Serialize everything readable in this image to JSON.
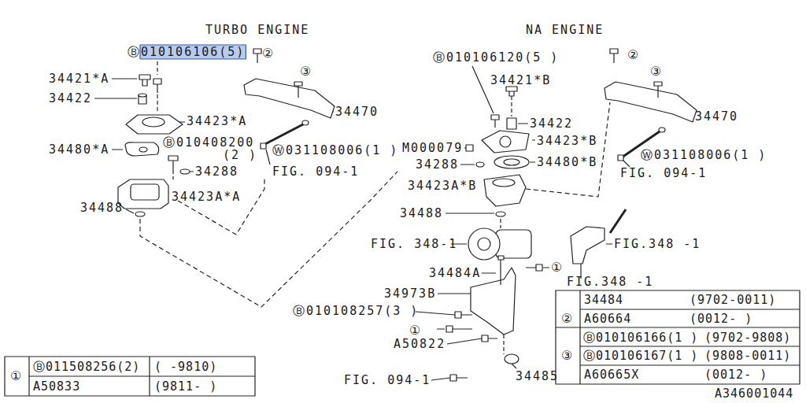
{
  "diagram": {
    "labels": [
      "TURBO ENGINE",
      "Ⓑ010106106(5)",
      "②",
      "34421*A",
      "34422",
      "③",
      "34423*A",
      "34470",
      "34480*A",
      "Ⓑ010408200",
      "(2 )",
      "Ⓦ031108006(1 )",
      "34288",
      "FIG. 094-1",
      "34423A*A",
      "34488",
      "NA ENGINE",
      "Ⓑ010106120(5 )",
      "②",
      "34421*B",
      "③",
      "34422",
      "34470",
      "M000079",
      "34423*B",
      "Ⓦ031108006(1 )",
      "34288",
      "34480*B",
      "FIG. 094-1",
      "34423A*B",
      "34488",
      "FIG. 348-1",
      "FIG.348 -1",
      "①",
      "34484A",
      "FIG.348 -1",
      "34973B",
      "Ⓑ010108257(3 )",
      "①",
      "A50822",
      "FIG. 094-1",
      "34485",
      "②",
      "34484",
      "(9702-0011)",
      "A60664",
      "(0012-    )",
      "③",
      "Ⓑ010106166(1 )",
      "(9702-9808)",
      "Ⓑ010106167(1 )",
      "(9808-0011)",
      "A60665X",
      "(0012-    )",
      "①",
      "Ⓑ011508256(2)",
      "(    -9810)",
      "A50833",
      "(9811-    )",
      "A346001044"
    ]
  }
}
